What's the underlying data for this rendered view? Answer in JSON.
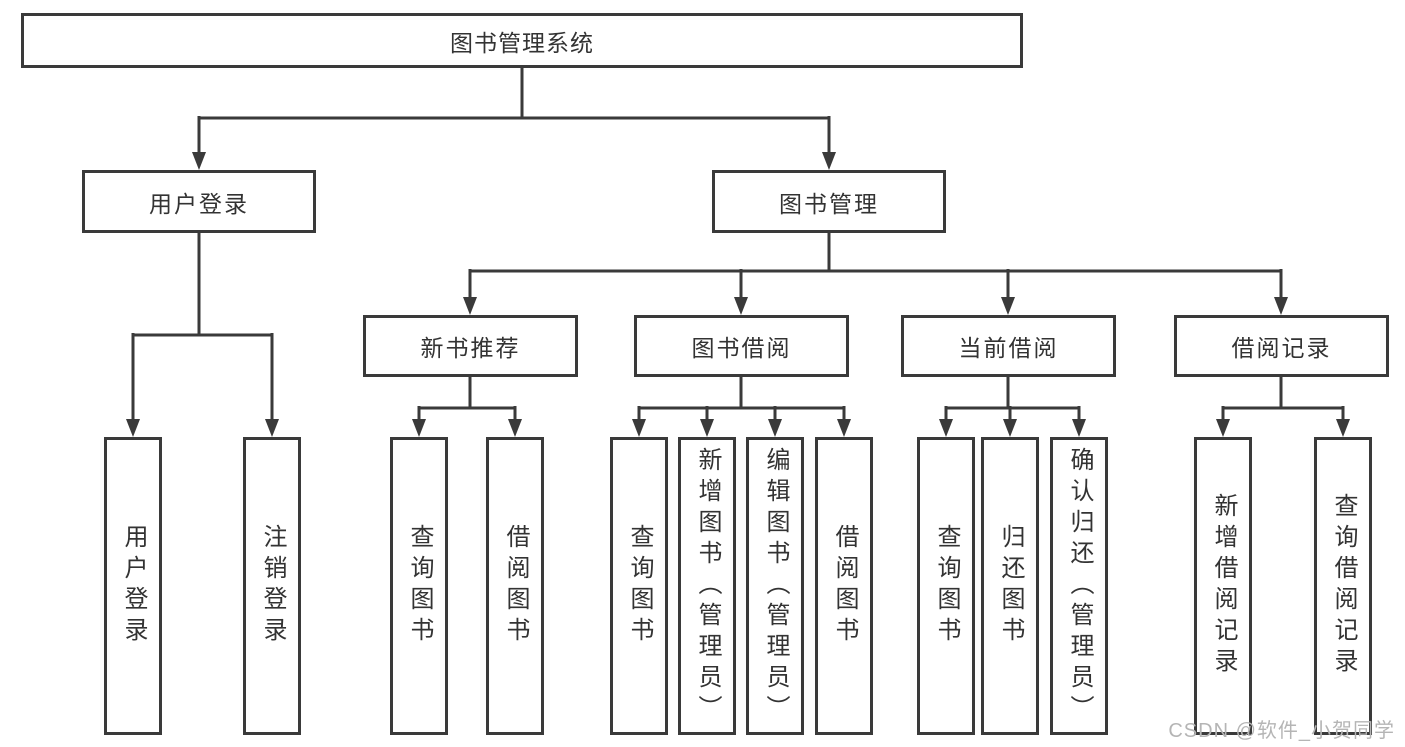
{
  "diagram": {
    "title": "图书管理系统",
    "branches": [
      {
        "label": "用户登录",
        "children": [
          "用户登录",
          "注销登录"
        ]
      },
      {
        "label": "图书管理",
        "sections": [
          {
            "label": "新书推荐",
            "children": [
              "查询图书",
              "借阅图书"
            ]
          },
          {
            "label": "图书借阅",
            "children": [
              "查询图书",
              "新增图书（管理员）",
              "编辑图书（管理员）",
              "借阅图书"
            ]
          },
          {
            "label": "当前借阅",
            "children": [
              "查询图书",
              "归还图书",
              "确认归还（管理员）"
            ]
          },
          {
            "label": "借阅记录",
            "children": [
              "新增借阅记录",
              "查询借阅记录"
            ]
          }
        ]
      }
    ]
  },
  "watermark": "CSDN @软件_小贺同学",
  "colors": {
    "line": "#3a3a3a",
    "text": "#333333",
    "watermark": "#b5b5b5",
    "background": "#ffffff"
  }
}
